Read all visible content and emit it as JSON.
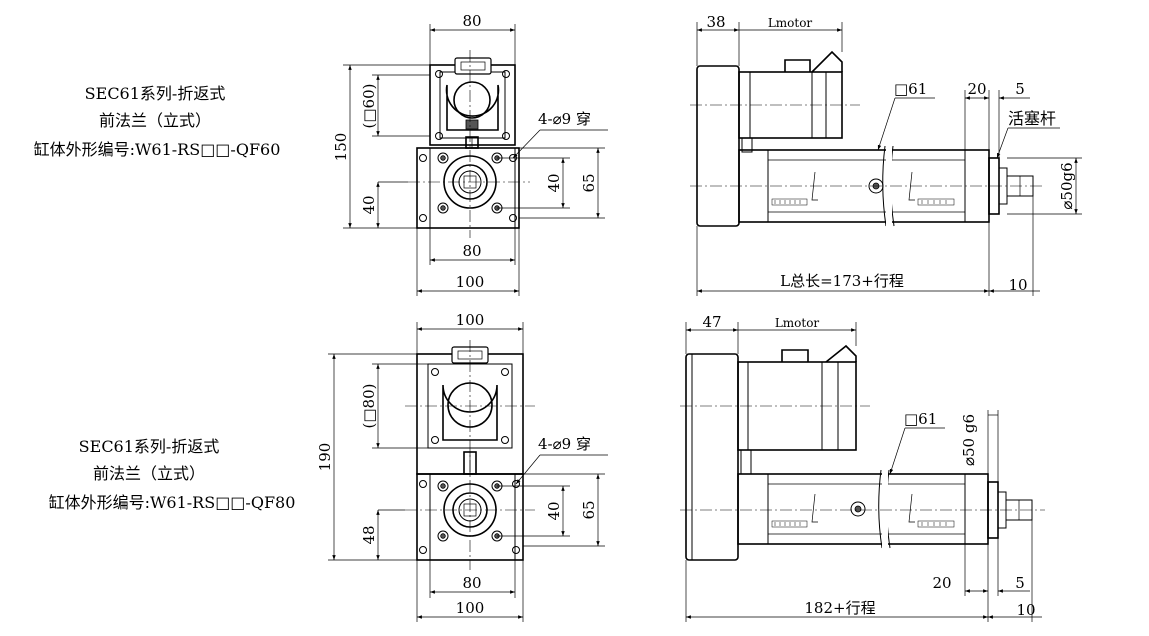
{
  "top": {
    "title_series": "SEC61系列-折返式",
    "title_mount": "前法兰（立式）",
    "model_label": "缸体外形编号:W61-RS□□-QF60",
    "front_view": {
      "width_top": "80",
      "motor_square": "(□60)",
      "height_total": "150",
      "holes": "4-⌀9 穿",
      "inner_height": "40",
      "flange_height": "65",
      "bottom_height": "40",
      "inner_width": "80",
      "flange_width": "100"
    },
    "side_view": {
      "flange_thick": "38",
      "motor_length": "Lmotor",
      "tube_square": "□61",
      "rod_dim_a": "20",
      "rod_dim_b": "5",
      "rod_label": "活塞杆",
      "rod_diameter": "⌀50g6",
      "total_length": "L总长=173+行程",
      "end_length": "10"
    }
  },
  "bottom": {
    "title_series": "SEC61系列-折返式",
    "title_mount": "前法兰（立式）",
    "model_label": "缸体外形编号:W61-RS□□-QF80",
    "front_view": {
      "width_top": "100",
      "motor_square": "(□80)",
      "height_total": "190",
      "holes": "4-⌀9 穿",
      "inner_height": "40",
      "flange_height": "65",
      "bottom_height": "48",
      "inner_width": "80",
      "flange_width": "100"
    },
    "side_view": {
      "flange_thick": "47",
      "motor_length": "Lmotor",
      "tube_square": "□61",
      "rod_dim_a": "20",
      "rod_dim_b": "5",
      "rod_diameter": "⌀50 g6",
      "total_length": "182+行程",
      "end_length": "10"
    }
  }
}
